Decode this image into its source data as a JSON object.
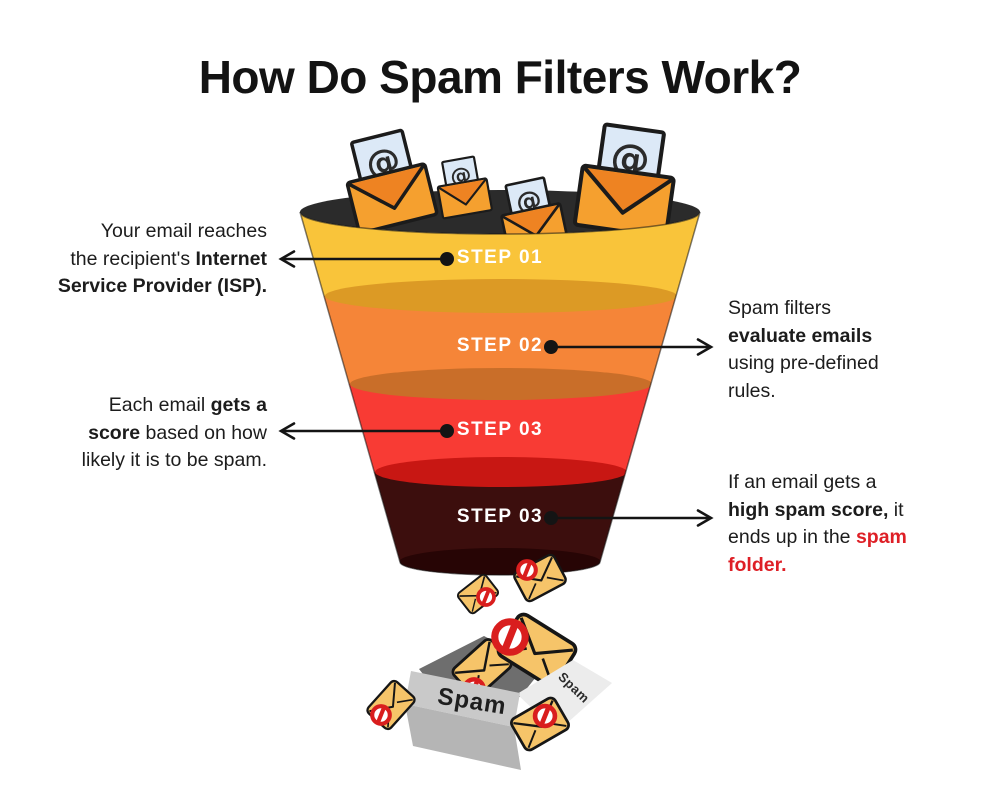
{
  "title": "How Do Spam Filters Work?",
  "steps": [
    {
      "label": "STEP 01",
      "color": "#F9C43A",
      "lip": "#DC9A25",
      "annotation_side": "left"
    },
    {
      "label": "STEP 02",
      "color": "#F58538",
      "lip": "#C96E29",
      "annotation_side": "right"
    },
    {
      "label": "STEP 03",
      "color": "#F83B34",
      "lip": "#C81713",
      "annotation_side": "left"
    },
    {
      "label": "STEP 03",
      "color": "#3C0E0D",
      "lip": "#270505",
      "annotation_side": "right"
    }
  ],
  "annotations": {
    "left1": {
      "l1": "Your email reaches",
      "l2a": "the recipient's ",
      "l2b": "Internet",
      "l3": "Service Provider (ISP)."
    },
    "right1": {
      "l1": "Spam filters",
      "l2b": "evaluate emails",
      "l3": "using pre-defined",
      "l4": "rules."
    },
    "left2": {
      "l1a": "Each email ",
      "l1b": "gets a",
      "l2b": "score",
      "l2a": " based on how",
      "l3": "likely it is to be spam."
    },
    "right2": {
      "l1": "If an email gets a",
      "l2b": "high spam score,",
      "l2a": " it",
      "l3a": "ends up in the ",
      "l3b": "spam",
      "l4b": "folder."
    }
  },
  "box": {
    "front_label": "Spam",
    "flap_label": "Spam"
  },
  "icons": {
    "at_symbol": "@",
    "blocked_sign": "no-entry",
    "envelope": "envelope",
    "funnel": "funnel",
    "arrow": "leader-arrow"
  },
  "colors": {
    "funnel_opening": "#2B2B2B",
    "funnel_outline": "#1a1a1a",
    "arrow": "#141414",
    "body_text": "#1c1c1c",
    "red_text": "#DE1F26",
    "envelope_body": "#F5A02F",
    "envelope_flap": "#EE8322",
    "envelope_paper": "#DCE9F7",
    "spam_envelope": "#F6C469",
    "blocked_sign_red": "#D91E1E",
    "box_front": "#B5B5B5",
    "box_front_flap": "#C9C9C9",
    "box_right_flap": "#ECECEC",
    "box_interior": "#6E6E6E"
  }
}
